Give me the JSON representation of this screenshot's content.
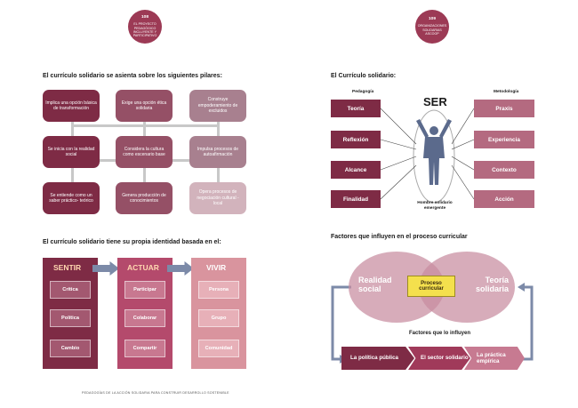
{
  "left_page": {
    "badge": {
      "number": "108",
      "line1": "EL PROYECTO",
      "line2": "PEDAGÓGICO",
      "line3": "INCLUYENTE Y",
      "line4": "PARTICIPATIVO"
    },
    "pillars_heading": "El currículo solidario se asienta sobre los siguientes pilares:",
    "pillars": [
      "Implica una opción básica de transformación",
      "Exige una opción ética solidaria",
      "Construye empoderamiento de excluidos",
      "Se inicia con la realidad social",
      "Considera la cultura como escenario base",
      "Impulsa procesos de autoafirmación",
      "Se entiende como un saber práctico- teórico",
      "Genera producción de conocimientos",
      "Opera procesos de negociación cultural - local"
    ],
    "identity_heading": "El currículo solidario tiene su propia identidad basada en el:",
    "columns": [
      {
        "title": "SENTIR",
        "items": [
          "Crítica",
          "Política",
          "Cambio"
        ]
      },
      {
        "title": "ACTUAR",
        "items": [
          "Participar",
          "Colaborar",
          "Compartir"
        ]
      },
      {
        "title": "VIVIR",
        "items": [
          "Persona",
          "Grupo",
          "Comunidad"
        ]
      }
    ],
    "footer": "PEDAGOGÍAS DE LA ACCIÓN SOLIDARIA PARA CONSTRUIR DESARROLLO SOSTENIBLE"
  },
  "right_page": {
    "badge": {
      "number": "109",
      "line1": "ORGANIZACIONES",
      "line2": "SOLIDARIAS",
      "line3": "ASCOOP"
    },
    "curriculo_heading": "El Currículo solidario:",
    "pedagogia_label": "Pedagogía",
    "metodologia_label": "Metodología",
    "ser_label": "SER",
    "person_caption": "Hombre solidario emergente",
    "left_boxes": [
      "Teoría",
      "Reflexión",
      "Alcance",
      "Finalidad"
    ],
    "right_boxes": [
      "Praxis",
      "Experiencia",
      "Contexto",
      "Acción"
    ],
    "factors_heading": "Factores que influyen en el proceso curricular",
    "circle_left": "Realidad social",
    "circle_right": "Teoría solidaria",
    "proceso_label": "Proceso curricular",
    "influence_label": "Factores que lo influyen",
    "factors": [
      "La política pública",
      "El sector solidario",
      "La práctica empírica"
    ]
  },
  "colors": {
    "dark_wine": "#7e2b45",
    "mid_wine": "#a03a5a",
    "rose": "#d08598",
    "arrow_blue": "#7c8aa8",
    "highlight_yellow": "#f4e04d"
  }
}
